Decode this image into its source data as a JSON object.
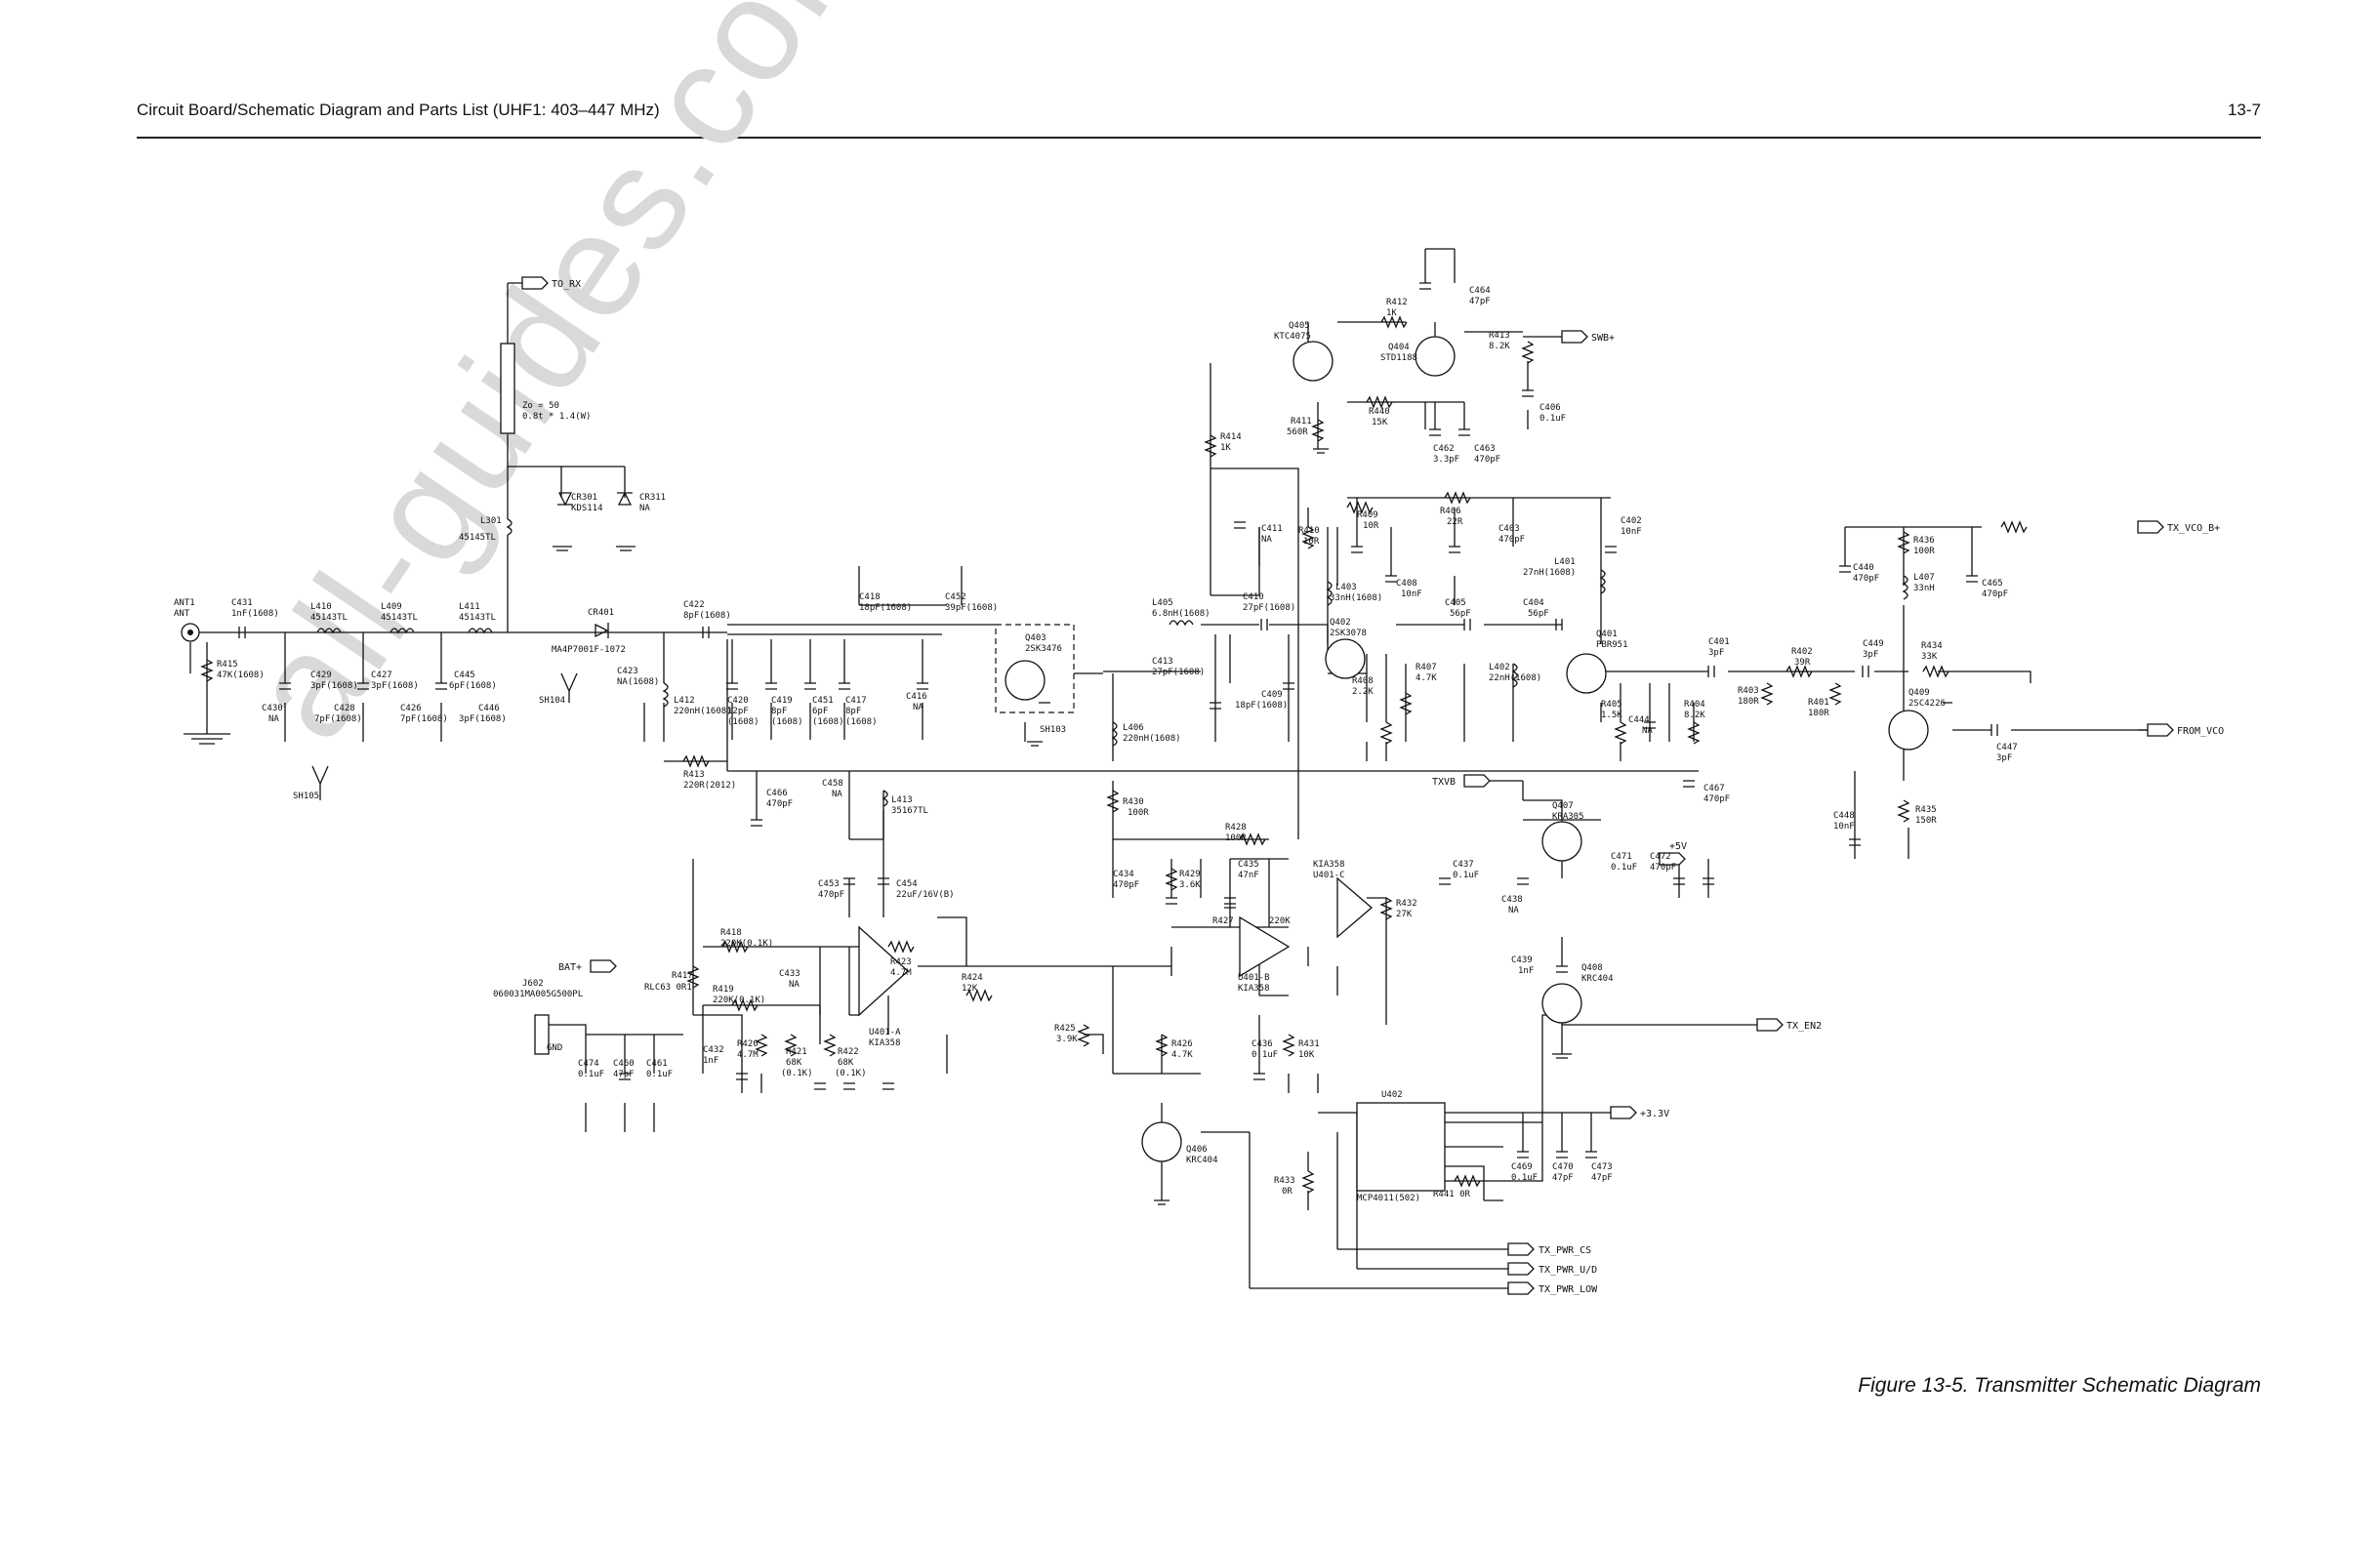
{
  "header": {
    "title": "Circuit Board/Schematic Diagram and Parts List (UHF1: 403–447 MHz)",
    "page": "13-7"
  },
  "caption": "Figure 13-5. Transmitter Schematic Diagram",
  "watermark": "all-guides.com",
  "signals": {
    "to_rx": "TO_RX",
    "swb": "SWB+",
    "tx_vco_b": "TX_VCO_B+",
    "from_vco": "FROM_VCO",
    "txvb": "TXVB",
    "v5": "+5V",
    "tx_en2": "TX_EN2",
    "bat": "BAT+",
    "v33": "+3.3V",
    "tx_pwr_cs": "TX_PWR_CS",
    "tx_pwr_ud": "TX_PWR_U/D",
    "tx_pwr_low": "TX_PWR_LOW"
  },
  "parts": {
    "ant1": "ANT1",
    "ant": "ANT",
    "r415": "R415",
    "r415v": "47K(1608)",
    "c431": "C431",
    "c431v": "1nF(1608)",
    "c430": "C430",
    "c430v": "NA",
    "l410": "L410",
    "l410v": "45143TL",
    "c429": "C429",
    "c429v": "3pF(1608)",
    "c428": "C428",
    "c428v": "7pF(1608)",
    "l409": "L409",
    "l409v": "45143TL",
    "c427": "C427",
    "c427v": "3pF(1608)",
    "c426": "C426",
    "c426v": "7pF(1608)",
    "l411": "L411",
    "l411v": "45143TL",
    "c445": "C445",
    "c445v": "6pF(1608)",
    "c446": "C446",
    "c446v": "3pF(1608)",
    "sh105": "SH105",
    "zo": "Zo = 50",
    "zo2": "0.8t * 1.4(W)",
    "l301": "L301",
    "l301v": "45145TL",
    "cr301": "CR301",
    "cr301v": "KDS114",
    "cr311": "CR311",
    "cr311v": "NA",
    "cr401": "CR401",
    "cr401v": "MA4P7001F-1072",
    "sh104": "SH104",
    "c423": "C423",
    "c423v": "NA(1608)",
    "l412": "L412",
    "l412v": "220nH(1608)",
    "c422": "C422",
    "c422v": "8pF(1608)",
    "c418": "C418",
    "c418v": "18pF(1608)",
    "c452": "C452",
    "c452v": "39pF(1608)",
    "c420": "C420",
    "c420v": "12pF",
    "c420w": "(1608)",
    "c419": "C419",
    "c419v": "8pF",
    "c419w": "(1608)",
    "c451": "C451",
    "c451v": "6pF",
    "c451w": "(1608)",
    "c417": "C417",
    "c417v": "8pF",
    "c417w": "(1608)",
    "c416": "C416",
    "c416v": "NA",
    "q403": "Q403",
    "q403v": "2SK3476",
    "sh103": "SH103",
    "r413": "R413",
    "r413v": "220R(2012)",
    "c466": "C466",
    "c466v": "470pF",
    "c458": "C458",
    "c458v": "NA",
    "l413": "L413",
    "l413v": "35167TL",
    "c453": "C453",
    "c453v": "470pF",
    "c454": "C454",
    "c454v": "22uF/16V(B)",
    "l405": "L405",
    "l405v": "6.8nH(1608)",
    "c413": "C413",
    "c413v": "27pF(1608)",
    "l406": "L406",
    "l406v": "220nH(1608)",
    "c410": "C410",
    "c410v": "27pF(1608)",
    "c409": "C409",
    "c409v": "18pF(1608)",
    "c411": "C411",
    "c411v": "NA",
    "r414": "R414",
    "r414v": "1K",
    "q405": "Q405",
    "q405v": "KTC4075",
    "r412": "R412",
    "r412v": "1K",
    "q404": "Q404",
    "q404v": "STD1188",
    "c464": "C464",
    "c464v": "47pF",
    "r413b": "R413",
    "r413bv": "8.2K",
    "r411": "R411",
    "r411v": "560R",
    "r440": "R440",
    "r440v": "15K",
    "c462": "C462",
    "c462v": "3.3pF",
    "c463": "C463",
    "c463v": "470pF",
    "c406": "C406",
    "c406v": "0.1uF",
    "r410": "R410",
    "r410v": "10R",
    "r409": "R409",
    "r409v": "10R",
    "r406": "R406",
    "r406v": "22R",
    "c403": "C403",
    "c403v": "470pF",
    "c402": "C402",
    "c402v": "10nF",
    "l403": "L403",
    "l403v": "33nH(1608)",
    "c408": "C408",
    "c408v": "10nF",
    "l401": "L401",
    "l401v": "27nH(1608)",
    "q402": "Q402",
    "q402v": "2SK3078",
    "c405": "C405",
    "c405v": "56pF",
    "c404": "C404",
    "c404v": "56pF",
    "r408": "R408",
    "r408v": "2.2K",
    "r407": "R407",
    "r407v": "4.7K",
    "l402": "L402",
    "l402v": "22nH(1608)",
    "q401": "Q401",
    "q401v": "PBR951",
    "c401": "C401",
    "c401v": "3pF",
    "r402": "R402",
    "r402v": "39R",
    "c449": "C449",
    "c449v": "3pF",
    "r403": "R403",
    "r403v": "180R",
    "r401": "R401",
    "r401v": "180R",
    "r405": "R405",
    "r405v": "1.5K",
    "c444": "C444",
    "c444v": "NA",
    "r404": "R404",
    "r404v": "8.2K",
    "c440": "C440",
    "c440v": "470pF",
    "r436": "R436",
    "r436v": "100R",
    "l407": "L407",
    "l407v": "33nH",
    "c465": "C465",
    "c465v": "470pF",
    "r434": "R434",
    "r434v": "33K",
    "q409": "Q409",
    "q409v": "2SC4226",
    "c447": "C447",
    "c447v": "3pF",
    "c448": "C448",
    "c448v": "10nF",
    "r435": "R435",
    "r435v": "150R",
    "c467": "C467",
    "c467v": "470pF",
    "q407": "Q407",
    "q407v": "KRA305",
    "c471": "C471",
    "c471v": "0.1uF",
    "c472": "C472",
    "c472v": "470pF",
    "r430": "R430",
    "r430v": "100R",
    "r428": "R428",
    "r428v": "100R",
    "c434": "C434",
    "c434v": "470pF",
    "r429": "R429",
    "r429v": "3.6K",
    "c435": "C435",
    "c435v": "47nF",
    "r427": "R427",
    "r427v": "220K",
    "u401b": "U401-B",
    "u401bv": "KIA358",
    "kia358c": "KIA358",
    "u401c": "U401-C",
    "r432": "R432",
    "r432v": "27K",
    "c437": "C437",
    "c437v": "0.1uF",
    "c438": "C438",
    "c438v": "NA",
    "c439": "C439",
    "c439v": "1nF",
    "q408": "Q408",
    "q408v": "KRC404",
    "r418": "R418",
    "r418v": "220K(0.1K)",
    "r417": "R417",
    "r417v": "RLC63 0R1",
    "r419": "R419",
    "r419v": "220K(0.1K)",
    "c433": "C433",
    "c433v": "NA",
    "r423": "R423",
    "r423v": "4.7M",
    "r424": "R424",
    "r424v": "12K",
    "u401a": "U401-A",
    "u401av": "KIA358",
    "j602": "J602",
    "j602v": "060031MA005G500PL",
    "gnd": "GND",
    "c474": "C474",
    "c474v": "0.1uF",
    "c460": "C460",
    "c460v": "47pF",
    "c461": "C461",
    "c461v": "0.1uF",
    "c432": "C432",
    "c432v": "1nF",
    "r420": "R420",
    "r420v": "4.7M",
    "r421": "R421",
    "r421v": "68K",
    "r421w": "(0.1K)",
    "r422": "R422",
    "r422v": "68K",
    "r422w": "(0.1K)",
    "r425": "R425",
    "r425v": "3.9K",
    "r426": "R426",
    "r426v": "4.7K",
    "c436": "C436",
    "c436v": "0.1uF",
    "r431": "R431",
    "r431v": "10K",
    "q406": "Q406",
    "q406v": "KRC404",
    "u402": "U402",
    "u402v": "MCP4011(502)",
    "r433": "R433",
    "r433v": "0R",
    "r441": "R441 0R",
    "c469": "C469",
    "c469v": "0.1uF",
    "c470": "C470",
    "c470v": "47pF",
    "c473": "C473",
    "c473v": "47pF"
  }
}
